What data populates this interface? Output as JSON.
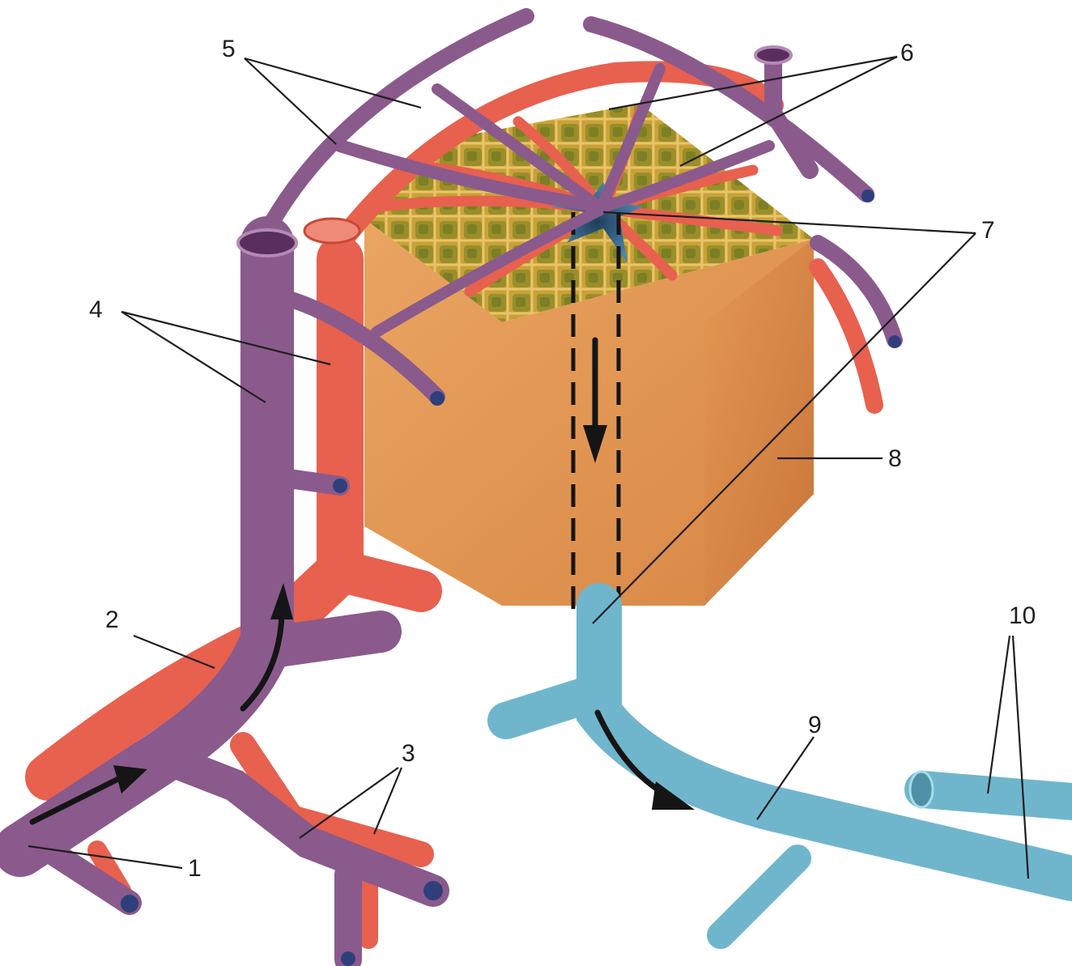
{
  "labels": {
    "l1": "1",
    "l2": "2",
    "l3": "3",
    "l4": "4",
    "l5": "5",
    "l6": "6",
    "l7": "7",
    "l8": "8",
    "l9": "9",
    "l10": "10"
  },
  "colors": {
    "portal_vein": "#8a5a8c",
    "hepatic_artery": "#e8604e",
    "hepatic_vein": "#6fb6cc",
    "lobule_tissue": "#e09a55",
    "bile_network": "#b39a2e",
    "central_vein": "#3c6f94"
  }
}
